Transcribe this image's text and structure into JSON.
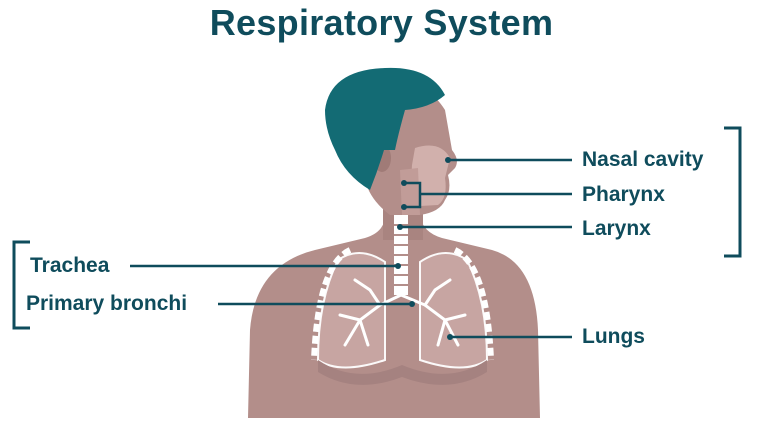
{
  "title": "Respiratory System",
  "labels": {
    "nasal_cavity": "Nasal cavity",
    "pharynx": "Pharynx",
    "larynx": "Larynx",
    "trachea": "Trachea",
    "primary_bronchi": "Primary bronchi",
    "lungs": "Lungs"
  },
  "colors": {
    "text": "#0f4c5c",
    "skin": "#b38e8a",
    "skin_light": "#c8a39f",
    "hair": "#136b74",
    "shirt": "#3fcfd6",
    "lung": "#c9a7a4",
    "line": "#0f4c5c"
  }
}
